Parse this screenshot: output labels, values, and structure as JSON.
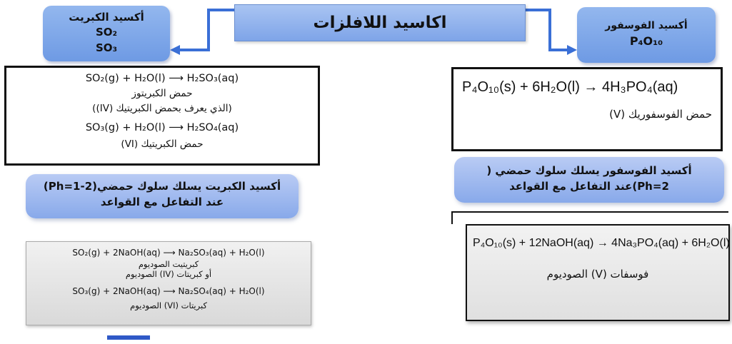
{
  "title": "اكاسيد اللافلزات",
  "sulfur_box": {
    "name": "أكسيد الكبريت",
    "formula1": "SO₂",
    "formula2": "SO₃"
  },
  "phosphorus_box": {
    "name": "أكسيد الفوسفور",
    "formula": "P₄O₁₀"
  },
  "sulfur_water": {
    "eq1": "SO₂(g) + H₂O(l) ⟶ H₂SO₃(aq)",
    "name1": "حمض الكبريتوز",
    "name1_alt": "(الذي يعرف بحمض الكبريتيك (IV))",
    "eq2": "SO₃(g) + H₂O(l) ⟶ H₂SO₄(aq)",
    "name2": "حمض الكبريتيك (VI)"
  },
  "sulfur_note": "أكسيد الكبريت يسلك سلوك حمضي(2-1=Ph) عند التفاعل مع القواعد",
  "sulfur_base": {
    "eq1": "SO₂(g) + 2NaOH(aq) ⟶ Na₂SO₃(aq) + H₂O(l)",
    "name1": "كبريتيت الصوديوم",
    "name1_alt": "أو كبريتات (IV) الصوديوم",
    "eq2": "SO₃(g) + 2NaOH(aq) ⟶ Na₂SO₄(aq) + H₂O(l)",
    "name2": "كبريتات (VI) الصوديوم"
  },
  "phosphorus_water": {
    "eq": "P₄O₁₀(s) + 6H₂O(l) → 4H₃PO₄(aq)",
    "name": "حمض الفوسفوريك (V)"
  },
  "phosphorus_note": "أكسيد الفوسفور يسلك سلوك حمضي ( 2=Ph)عند التفاعل مع القواعد",
  "phosphorus_base": {
    "eq": "P₄O₁₀(s) + 12NaOH(aq) → 4Na₃PO₄(aq) + 6H₂O(l)",
    "name": "فوسفات (V) الصوديوم"
  },
  "colors": {
    "arrow": "#3a6fd6",
    "box_blue": "#7ea4e8",
    "note_blue": "#a3bcf0"
  }
}
